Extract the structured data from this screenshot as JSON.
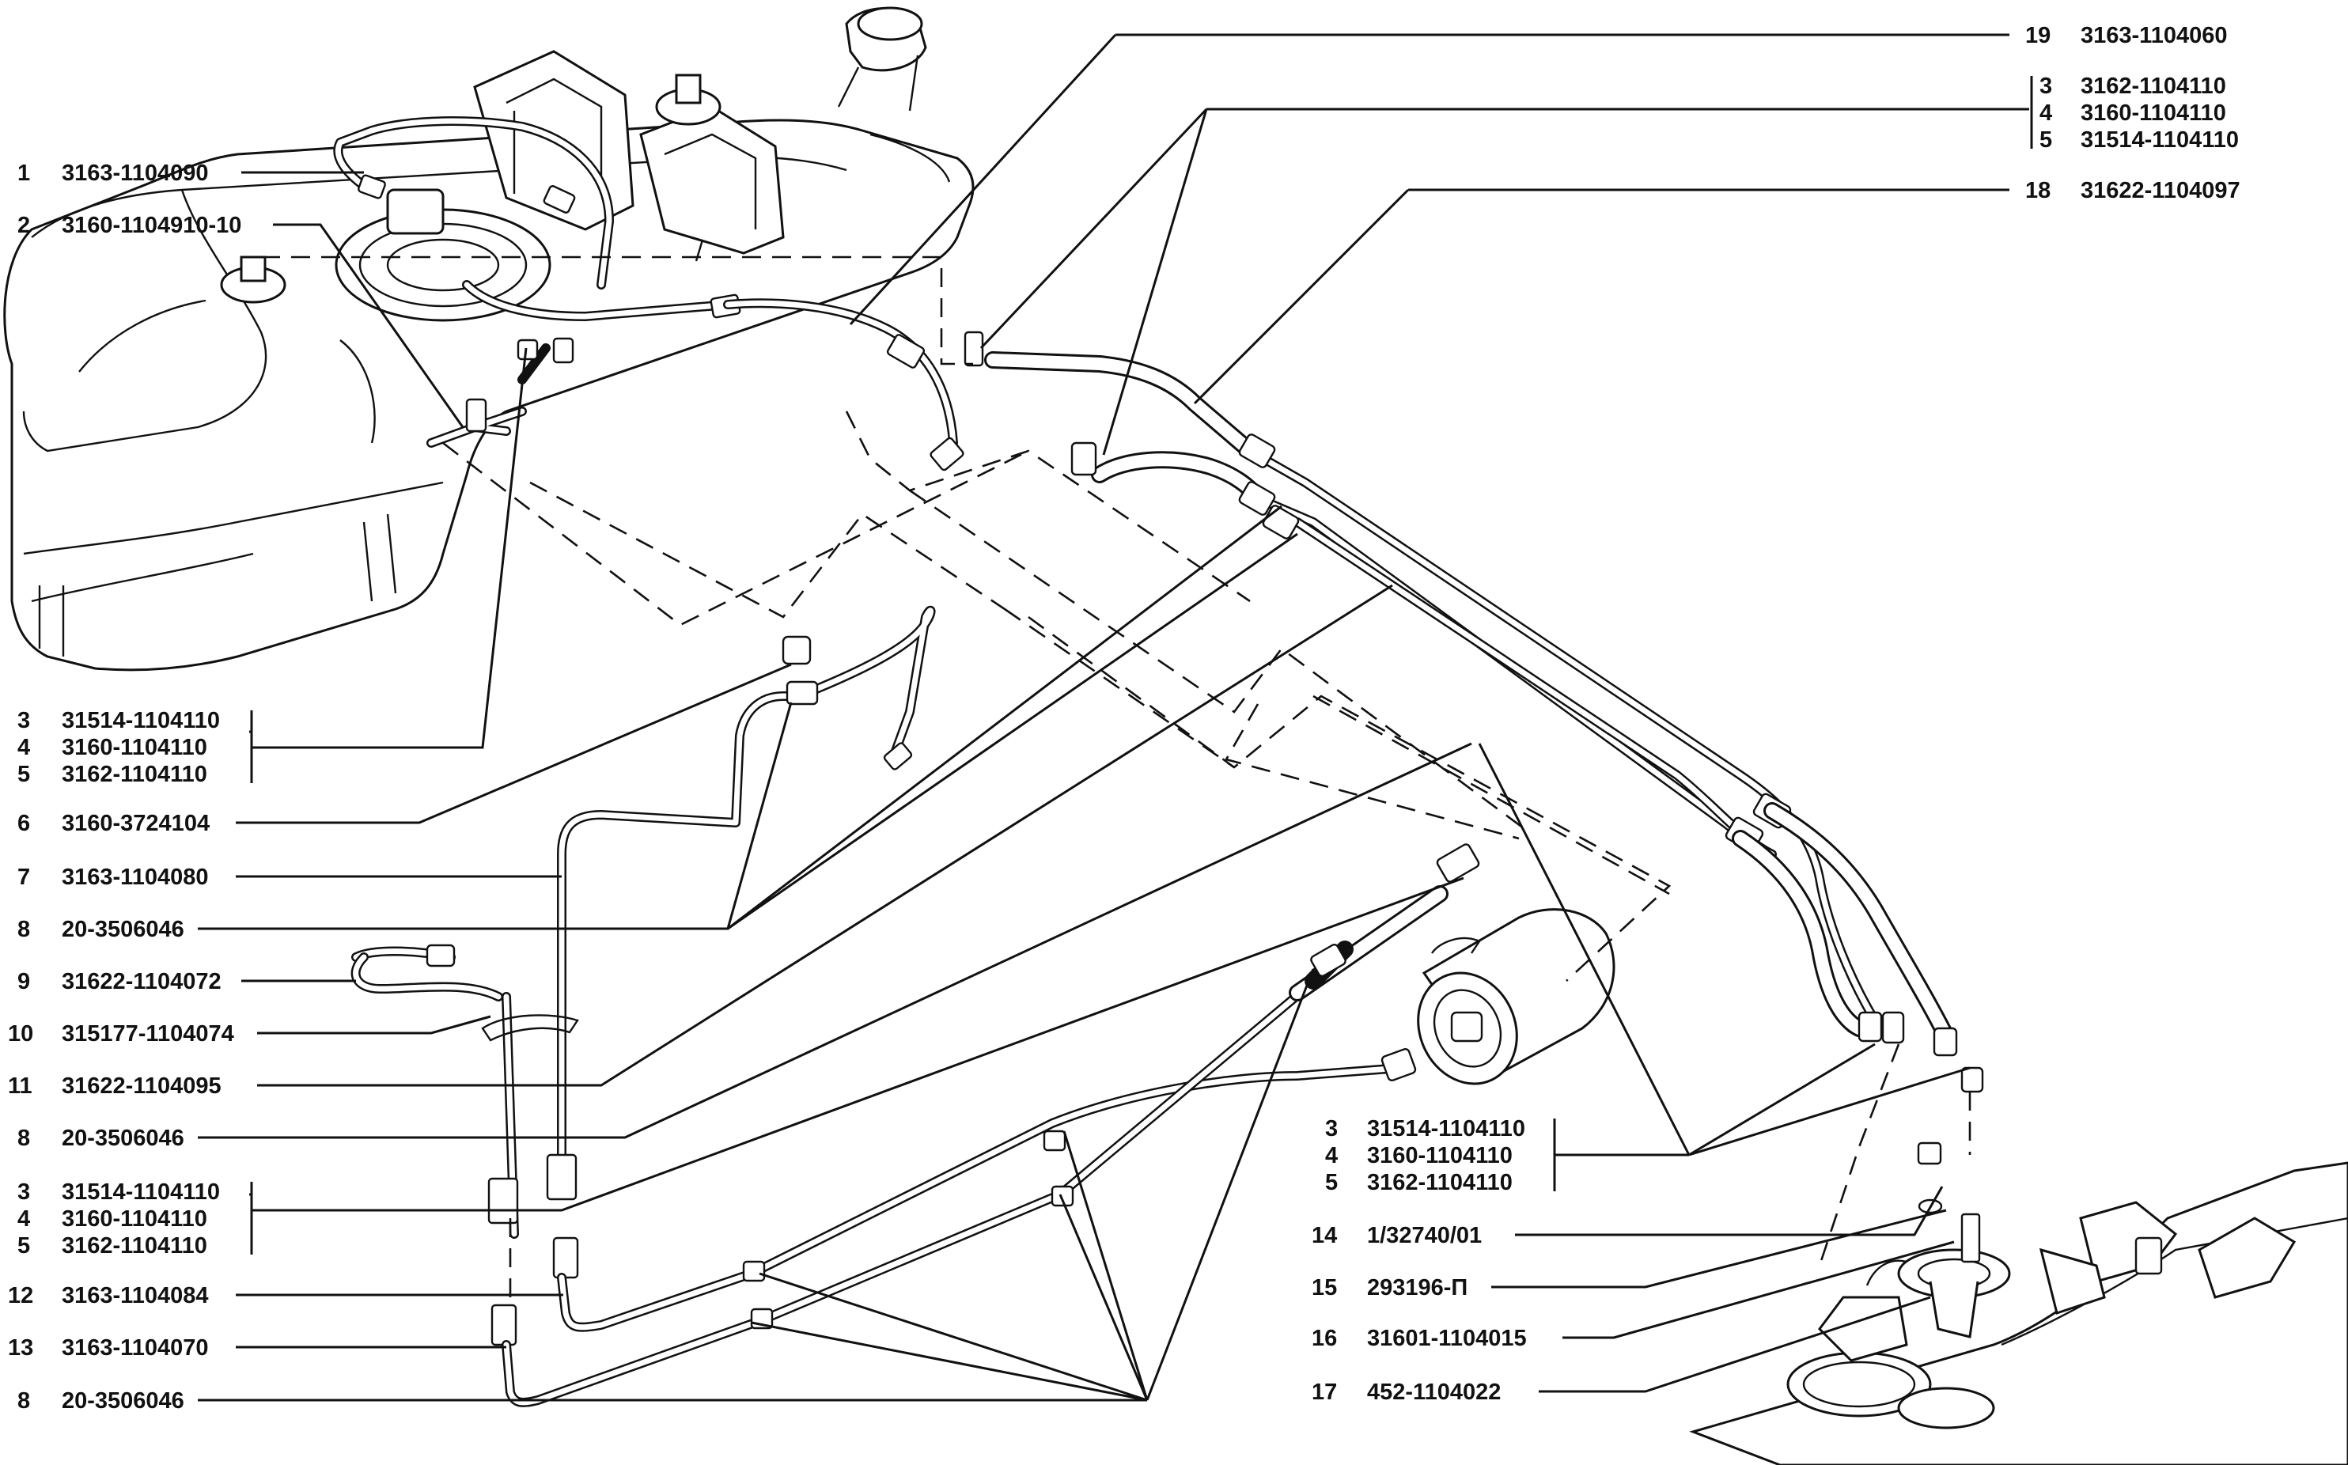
{
  "callouts_left": [
    {
      "no": "1",
      "code": "3163-1104090"
    },
    {
      "no": "2",
      "code": "3160-1104910-10"
    },
    {
      "no": "6",
      "code": "3160-3724104"
    },
    {
      "no": "7",
      "code": "3163-1104080"
    },
    {
      "no": "8",
      "code": "20-3506046"
    },
    {
      "no": "9",
      "code": "31622-1104072"
    },
    {
      "no": "10",
      "code": "315177-1104074"
    },
    {
      "no": "11",
      "code": "31622-1104095"
    },
    {
      "no": "8",
      "code": "20-3506046"
    },
    {
      "no": "12",
      "code": "3163-1104084"
    },
    {
      "no": "13",
      "code": "3163-1104070"
    },
    {
      "no": "8",
      "code": "20-3506046"
    }
  ],
  "group_left_top": [
    {
      "no": "3",
      "code": "31514-1104110"
    },
    {
      "no": "4",
      "code": "3160-1104110"
    },
    {
      "no": "5",
      "code": "3162-1104110"
    }
  ],
  "group_left_bottom": [
    {
      "no": "3",
      "code": "31514-1104110"
    },
    {
      "no": "4",
      "code": "3160-1104110"
    },
    {
      "no": "5",
      "code": "3162-1104110"
    }
  ],
  "callouts_right_top": [
    {
      "no": "19",
      "code": "3163-1104060"
    },
    {
      "no": "18",
      "code": "31622-1104097"
    }
  ],
  "group_right_top": [
    {
      "no": "3",
      "code": "3162-1104110"
    },
    {
      "no": "4",
      "code": "3160-1104110"
    },
    {
      "no": "5",
      "code": "31514-1104110"
    }
  ],
  "group_right_mid": [
    {
      "no": "3",
      "code": "31514-1104110"
    },
    {
      "no": "4",
      "code": "3160-1104110"
    },
    {
      "no": "5",
      "code": "3162-1104110"
    }
  ],
  "callouts_right_bottom": [
    {
      "no": "14",
      "code": "1/32740/01"
    },
    {
      "no": "15",
      "code": "293196-П"
    },
    {
      "no": "16",
      "code": "31601-1104015"
    },
    {
      "no": "17",
      "code": "452-1104022"
    }
  ],
  "colors": {
    "ink": "#111111",
    "paper": "#ffffff"
  }
}
